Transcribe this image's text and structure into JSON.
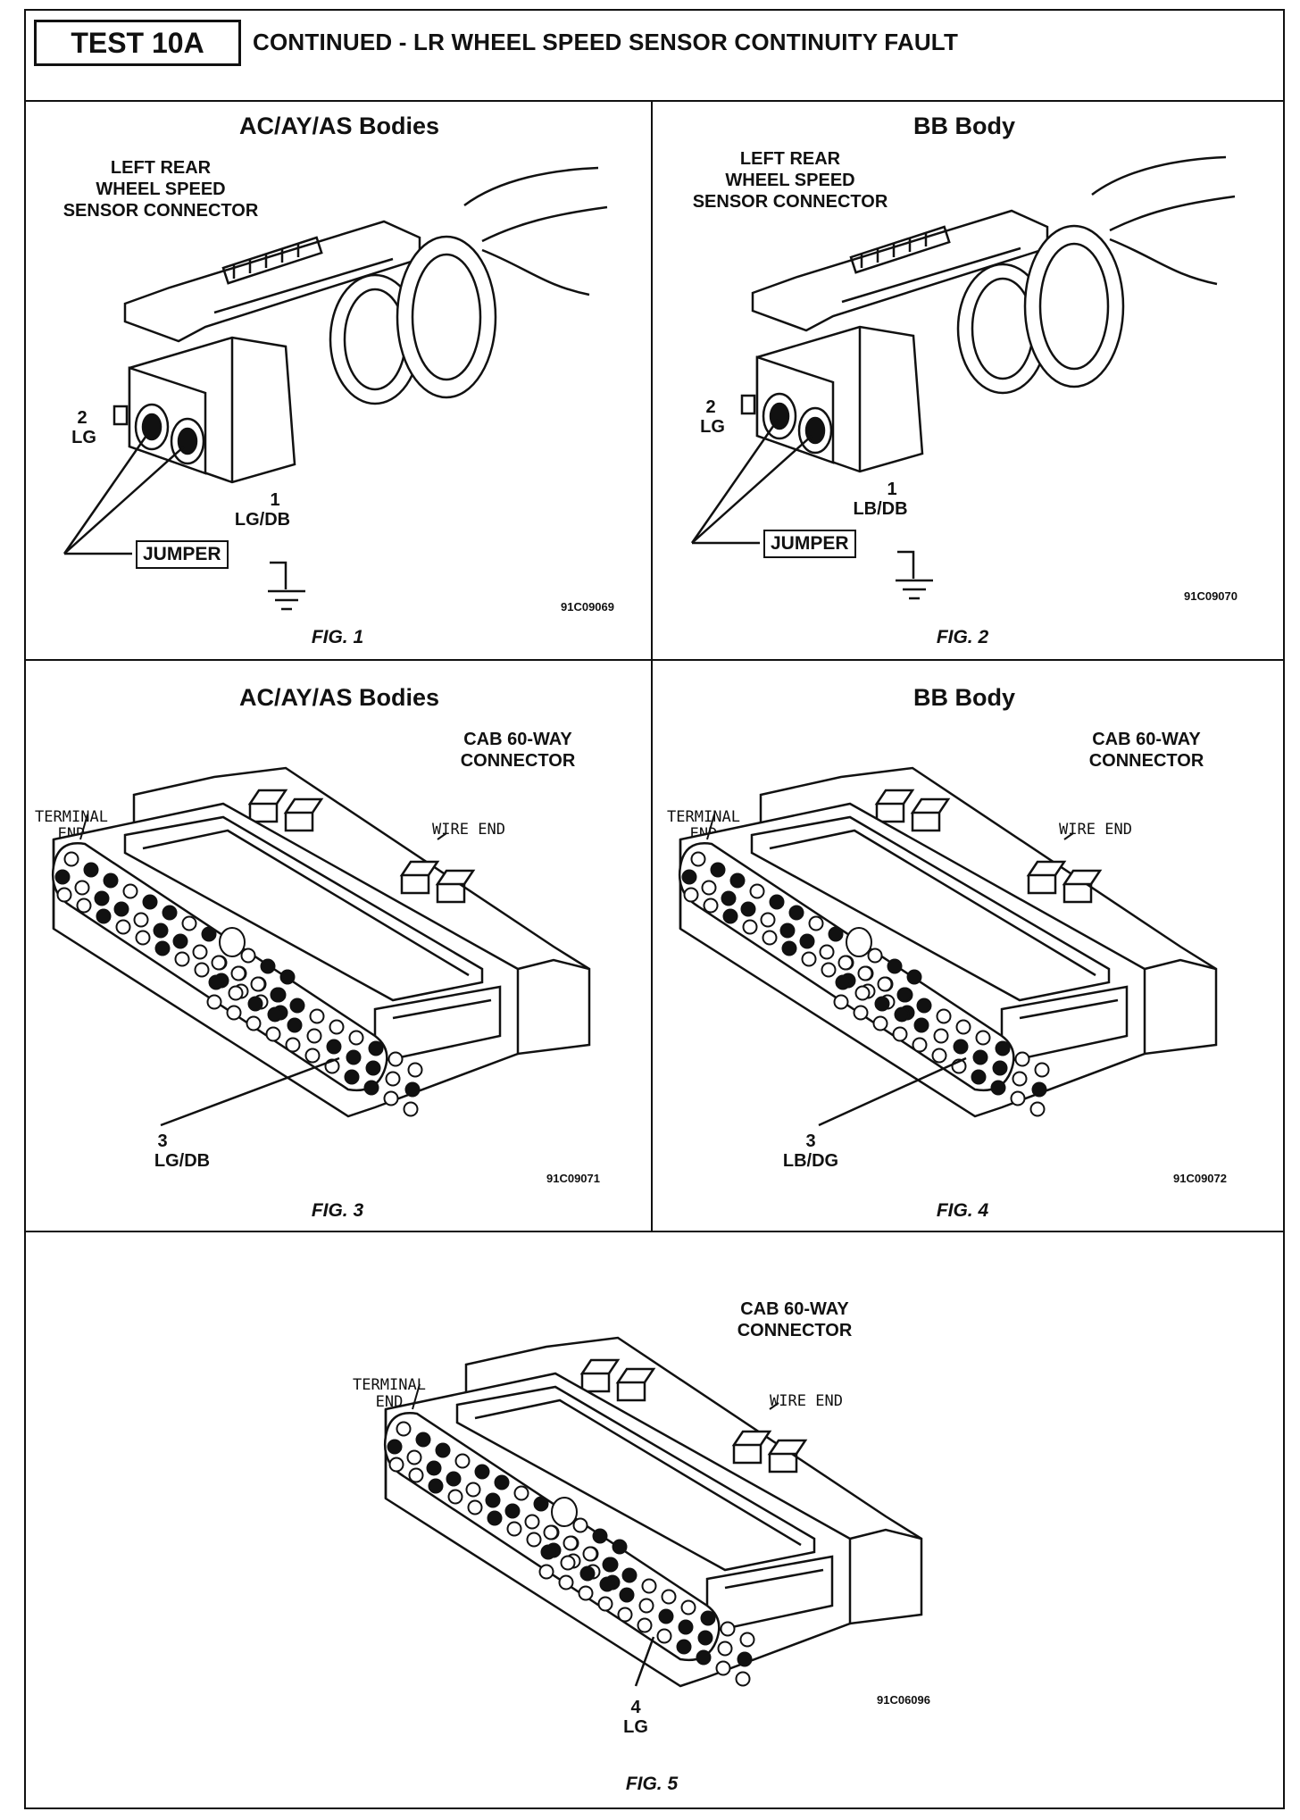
{
  "header": {
    "test_label": "TEST 10A",
    "title": "CONTINUED - LR WHEEL SPEED SENSOR CONTINUITY FAULT"
  },
  "fig1": {
    "body": "AC/AY/AS Bodies",
    "connector_label": [
      "LEFT REAR",
      "WHEEL SPEED",
      "SENSOR CONNECTOR"
    ],
    "pin2_num": "2",
    "pin2_color": "LG",
    "pin1_num": "1",
    "pin1_color": "LG/DB",
    "jumper": "JUMPER",
    "code": "91C09069",
    "caption": "FIG. 1"
  },
  "fig2": {
    "body": "BB Body",
    "connector_label": [
      "LEFT REAR",
      "WHEEL SPEED",
      "SENSOR CONNECTOR"
    ],
    "pin2_num": "2",
    "pin2_color": "LG",
    "pin1_num": "1",
    "pin1_color": "LB/DB",
    "jumper": "JUMPER",
    "code": "91C09070",
    "caption": "FIG. 2"
  },
  "fig3": {
    "body": "AC/AY/AS Bodies",
    "connector_label": [
      "CAB 60-WAY",
      "CONNECTOR"
    ],
    "terminal_end": [
      "TERMINAL",
      "END"
    ],
    "wire_end": "WIRE END",
    "pin_num": "3",
    "pin_color": "LG/DB",
    "code": "91C09071",
    "caption": "FIG. 3"
  },
  "fig4": {
    "body": "BB Body",
    "connector_label": [
      "CAB 60-WAY",
      "CONNECTOR"
    ],
    "terminal_end": [
      "TERMINAL",
      "END"
    ],
    "wire_end": "WIRE END",
    "pin_num": "3",
    "pin_color": "LB/DG",
    "code": "91C09072",
    "caption": "FIG. 4"
  },
  "fig5": {
    "connector_label": [
      "CAB 60-WAY",
      "CONNECTOR"
    ],
    "terminal_end": [
      "TERMINAL",
      "END"
    ],
    "wire_end": "WIRE END",
    "pin_num": "4",
    "pin_color": "LG",
    "code": "91C06096",
    "caption": "FIG. 5"
  }
}
